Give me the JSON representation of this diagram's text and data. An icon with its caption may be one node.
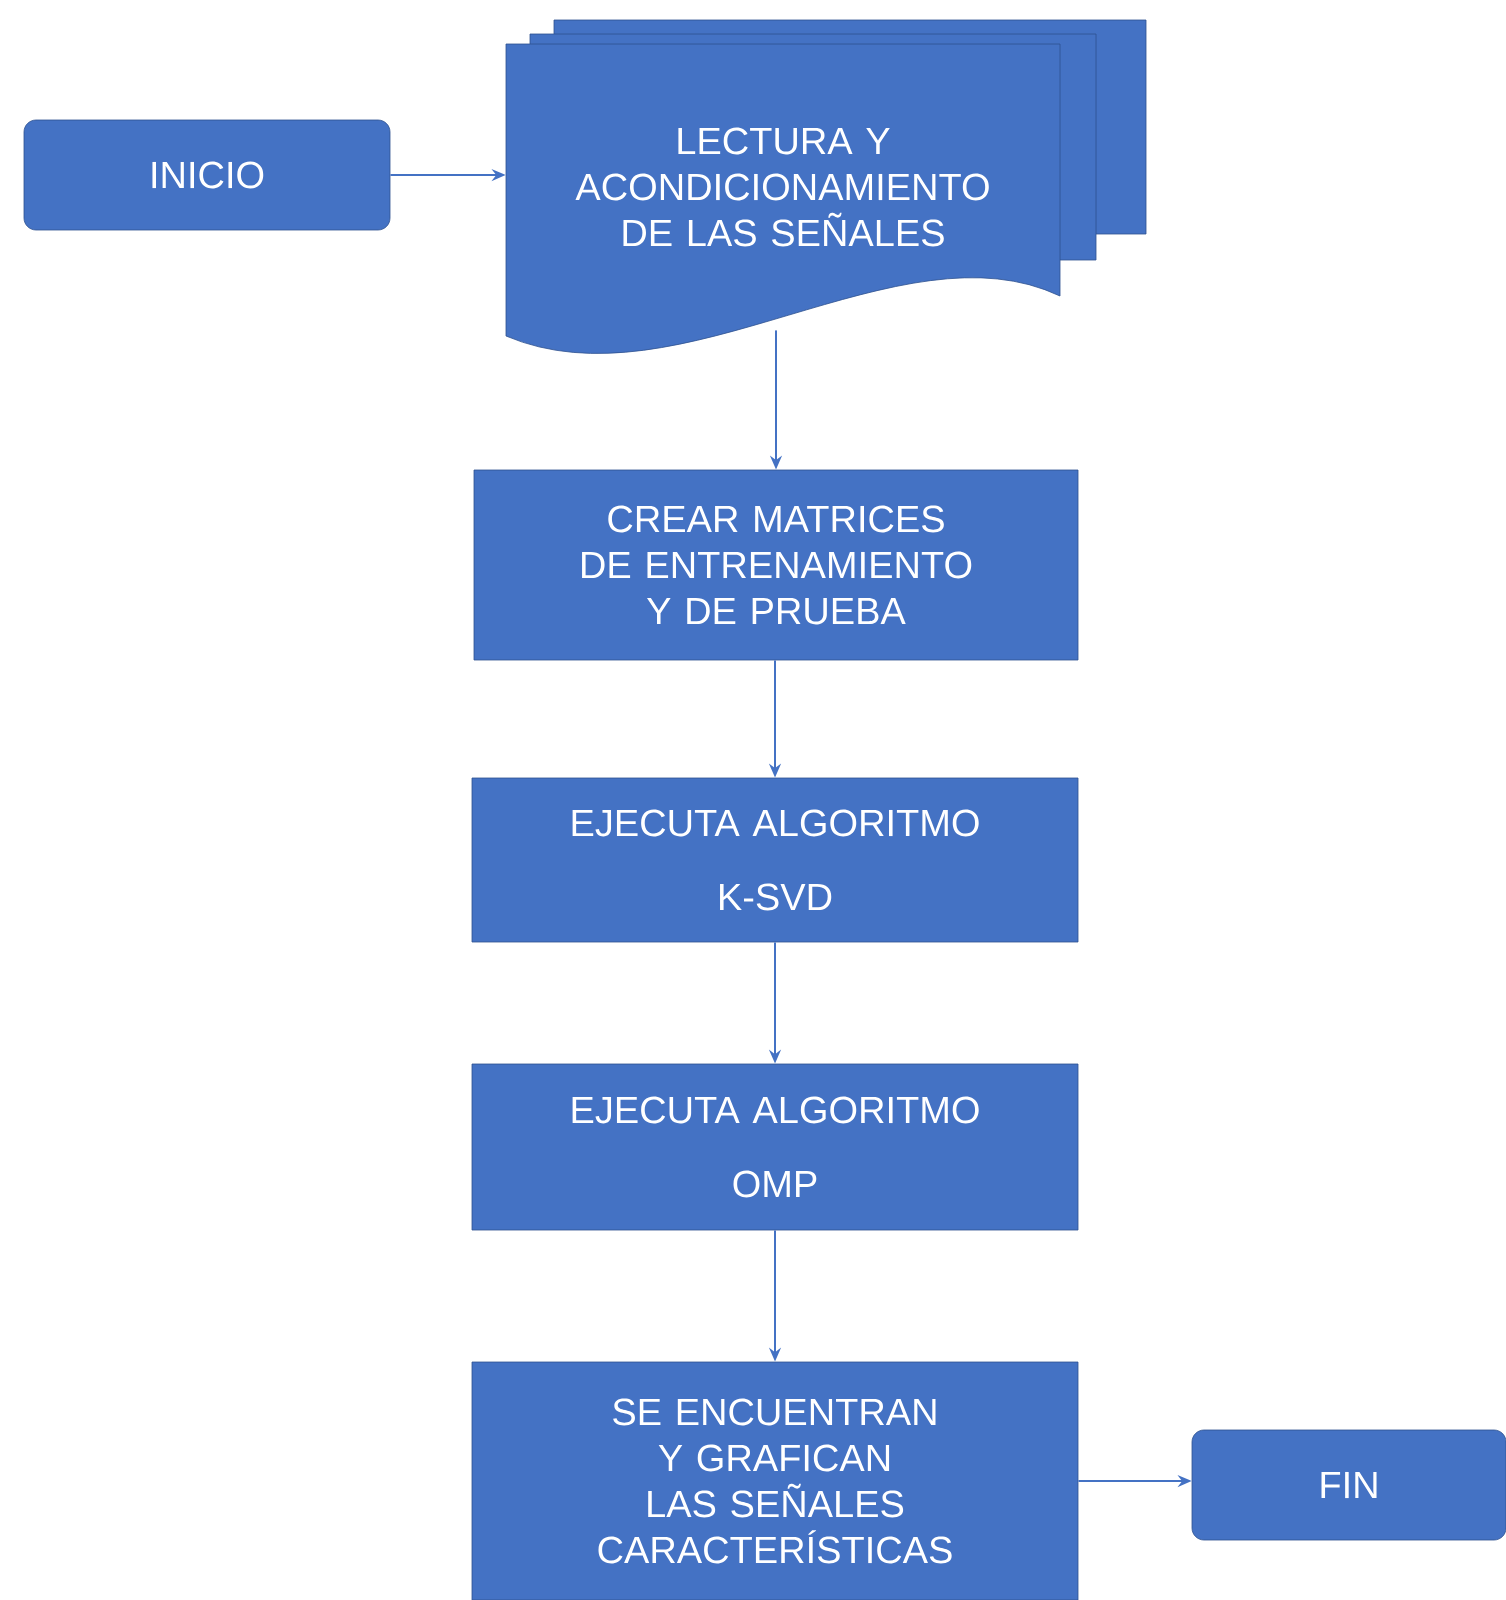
{
  "diagram": {
    "nodes": [
      {
        "text": [
          "INICIO"
        ]
      },
      {
        "text": [
          "LECTURA Y ACONDICIONAMIENTO DE LAS SEÑALES"
        ]
      },
      {
        "text": [
          "CREAR MATRICES DE ENTRENAMIENTO Y DE PRUEBA"
        ]
      },
      {
        "text": [
          "EJECUTA ALGORITMO",
          "K-SVD"
        ]
      },
      {
        "text": [
          "EJECUTA ALGORITMO",
          "OMP"
        ]
      },
      {
        "text": [
          "SE ENCUENTRAN Y GRAFICAN LAS SEÑALES CARACTERÍSTICAS"
        ]
      },
      {
        "text": [
          "FIN"
        ]
      }
    ],
    "edges": [
      {
        "from": 0,
        "to": 1,
        "arrow": "to"
      },
      {
        "from": 1,
        "to": 2,
        "arrow": "to"
      },
      {
        "from": 2,
        "to": 3,
        "arrow": "to"
      },
      {
        "from": 3,
        "to": 4,
        "arrow": "to"
      },
      {
        "from": 4,
        "to": 5,
        "arrow": "to"
      },
      {
        "from": 5,
        "to": 6,
        "arrow": "to"
      }
    ]
  }
}
